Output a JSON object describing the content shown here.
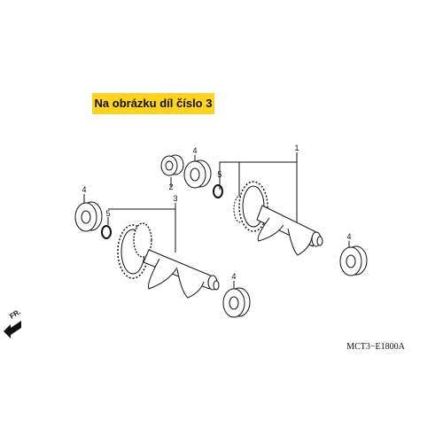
{
  "banner": {
    "text": "Na obrázku díl číslo 3"
  },
  "diagram": {
    "code": "MCT3−E1800A",
    "front_marker": "FR.",
    "callouts": {
      "bearing_top": "4",
      "collar": "2",
      "circlip_top": "5",
      "shaft_right": "1",
      "bearing_left": "4",
      "circlip_left": "5",
      "shaft_left": "3",
      "bearing_right": "4",
      "bearing_bottom": "4"
    }
  }
}
